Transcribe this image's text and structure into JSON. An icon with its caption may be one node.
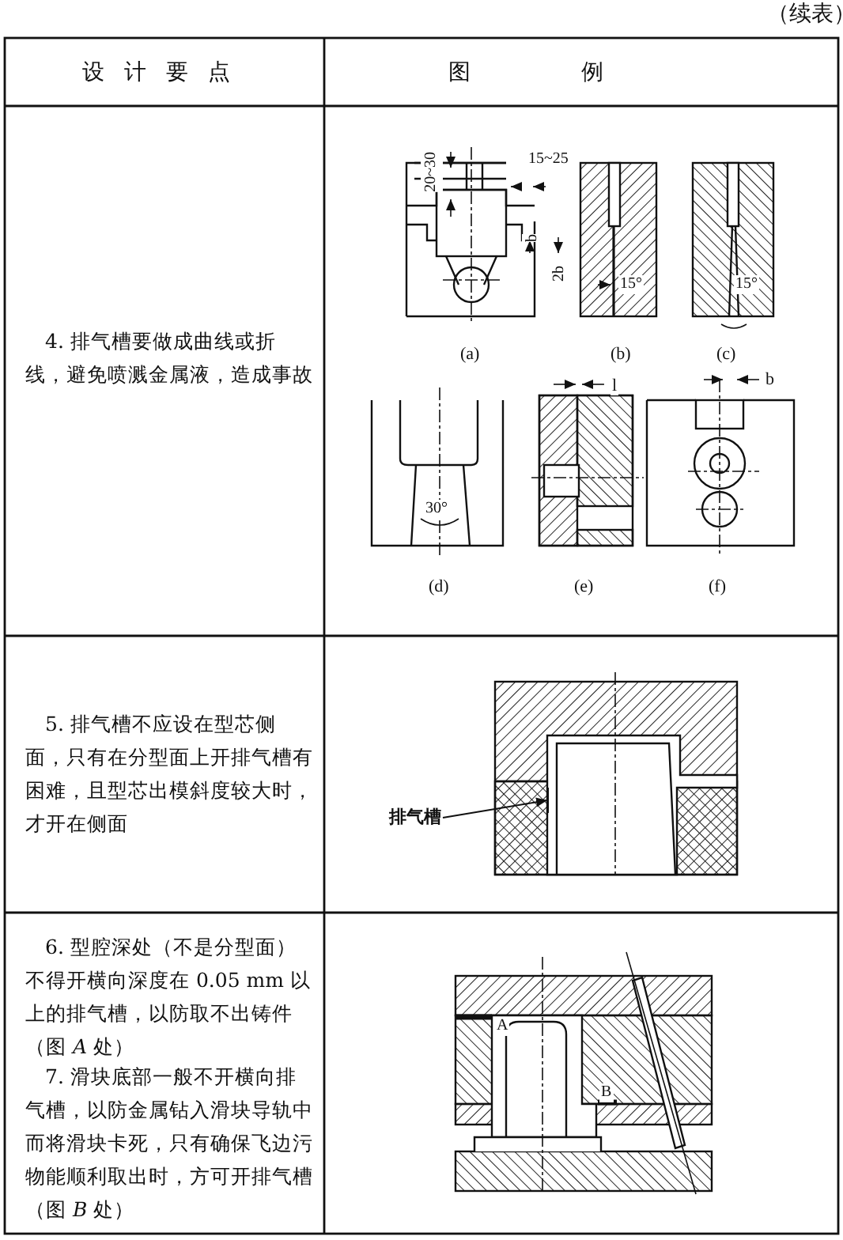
{
  "diagram": {
    "nodes": [
      {
        "text": [
          "排气槽"
        ]
      },
      {
        "text": [],
        "shape": "bar"
      }
    ],
    "edges": [
      {
        "from": 0,
        "to": 1,
        "arrow": "to"
      }
    ],
    "labels": [
      "（续表）",
      "设计要点",
      "图例",
      "4. 排气槽要做成曲线或折线，避免喷溅金属液，造成事故",
      "20~30",
      "15~25",
      "b",
      "2b",
      "15°",
      "15°",
      "(a)",
      "(b)",
      "(c)",
      "30°",
      "l",
      "b",
      "(d)",
      "(e)",
      "(f)",
      "5. 排气槽不应设在型芯侧面，只有在分型面上开排气槽有困难，且型芯出模斜度较大时，才开在侧面",
      "6. 型腔深处（不是分型面）不得开横向深度在 0.05 mm 以上的排气槽，以防取不出铸件（图 *A* 处）",
      "7. 滑块底部一般不开横向排气槽，以防金属钻入滑块导轨中而将滑块卡死，只有确保飞边污物能顺利取出时，方可开排气槽（图 *B* 处）",
      "A",
      "B"
    ]
  }
}
